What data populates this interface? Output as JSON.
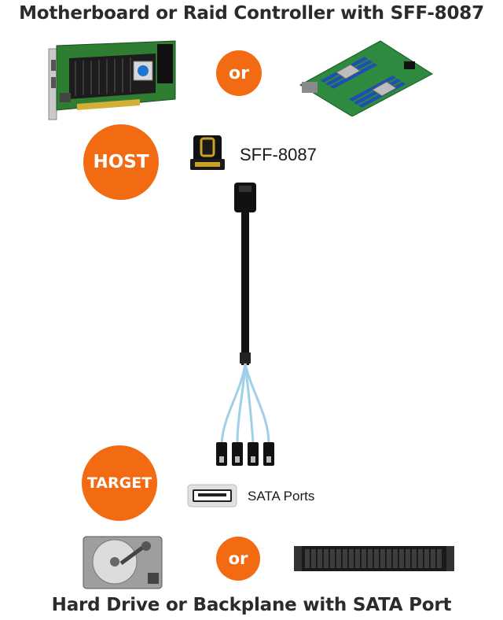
{
  "header": {
    "title": "Motherboard or Raid Controller with SFF-8087"
  },
  "host": {
    "badge": "HOST",
    "or_label": "or",
    "connector_label": "SFF-8087"
  },
  "target": {
    "badge": "TARGET",
    "connector_label": "SATA Ports",
    "or_label": "or"
  },
  "footer": {
    "title": "Hard Drive or Backplane with SATA Port"
  },
  "colors": {
    "accent": "#f26a12",
    "pcb_green": "#2e7d32",
    "board_blue": "#1f4fb0",
    "cable_black": "#111111",
    "sata_cable": "#9fd0e8"
  }
}
